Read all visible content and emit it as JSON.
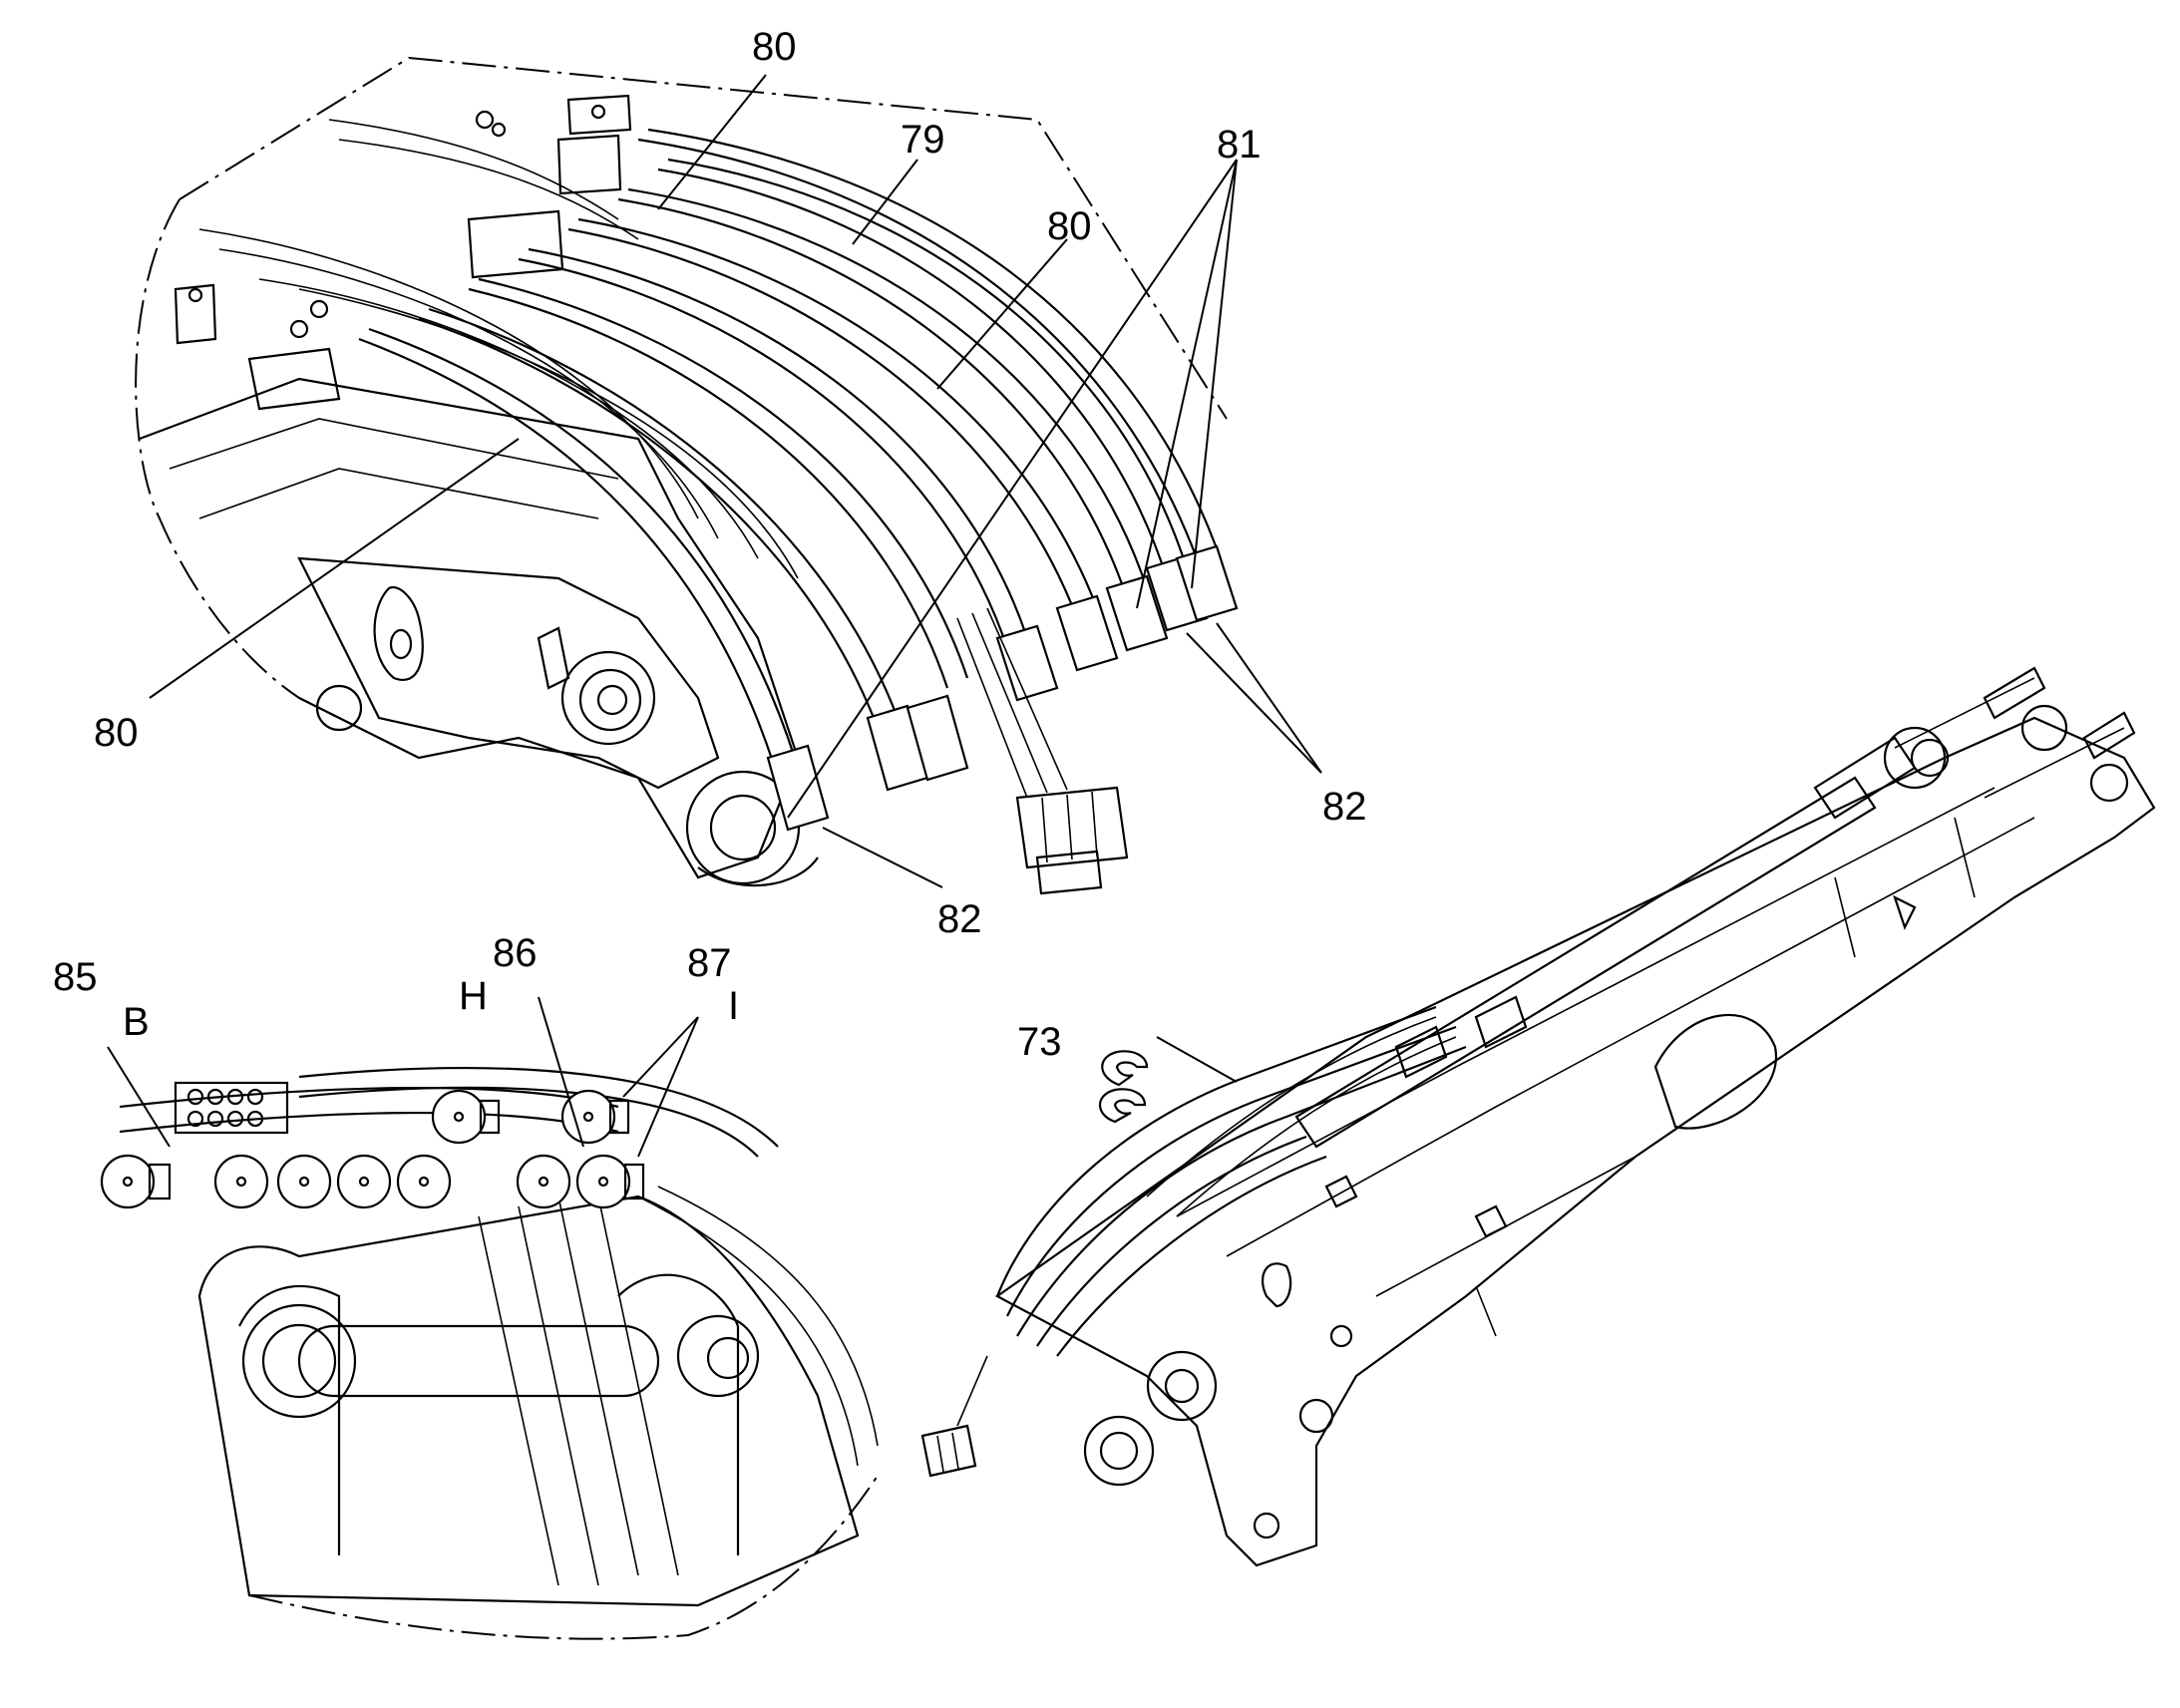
{
  "diagram": {
    "callouts": {
      "c80a": "80",
      "c79": "79",
      "c80b": "80",
      "c81": "81",
      "c80c": "80",
      "c82a": "82",
      "c82b": "82",
      "c85": "85",
      "cB": "B",
      "c86": "86",
      "cH": "H",
      "c87": "87",
      "cI": "I",
      "c73": "73"
    }
  }
}
